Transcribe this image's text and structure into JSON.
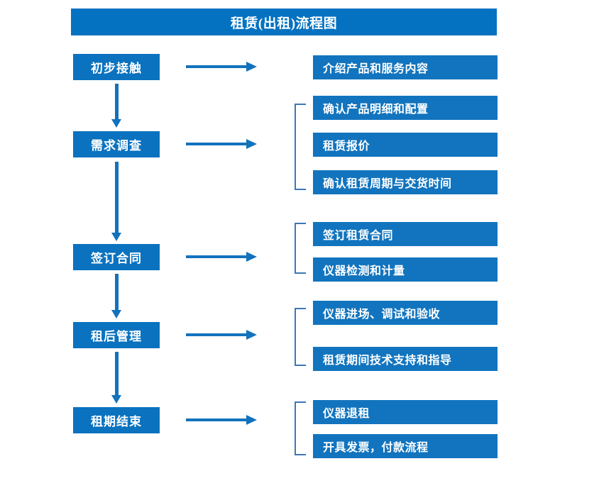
{
  "title": "租赁(出租)流程图",
  "colors": {
    "title_bar": "#0572C1",
    "stage_box": "#0A72BF",
    "detail_box": "#1274BE",
    "arrow": "#1272BC",
    "bracket": "#3D77B6",
    "text": "#FFFFFF",
    "background": "#FFFFFF"
  },
  "stages": [
    {
      "label": "初步接触"
    },
    {
      "label": "需求调查"
    },
    {
      "label": "签订合同"
    },
    {
      "label": "租后管理"
    },
    {
      "label": "租期结束"
    }
  ],
  "details": [
    {
      "label": "介绍产品和服务内容"
    },
    {
      "label": "确认产品明细和配置"
    },
    {
      "label": "租赁报价"
    },
    {
      "label": "确认租赁周期与交货时间"
    },
    {
      "label": "签订租赁合同"
    },
    {
      "label": "仪器检测和计量"
    },
    {
      "label": "仪器进场、调试和验收"
    },
    {
      "label": "租赁期间技术支持和指导"
    },
    {
      "label": "仪器退租"
    },
    {
      "label": "开具发票，付款流程"
    }
  ],
  "groups": [
    {
      "stage": "初步接触",
      "details": [
        "介绍产品和服务内容"
      ]
    },
    {
      "stage": "需求调查",
      "details": [
        "确认产品明细和配置",
        "租赁报价",
        "确认租赁周期与交货时间"
      ]
    },
    {
      "stage": "签订合同",
      "details": [
        "签订租赁合同",
        "仪器检测和计量"
      ]
    },
    {
      "stage": "租后管理",
      "details": [
        "仪器进场、调试和验收",
        "租赁期间技术支持和指导"
      ]
    },
    {
      "stage": "租期结束",
      "details": [
        "仪器退租",
        "开具发票，付款流程"
      ]
    }
  ],
  "connectors": {
    "horizontal_arrow_count": 5,
    "vertical_arrow_count": 4,
    "bracket_count": 4
  }
}
